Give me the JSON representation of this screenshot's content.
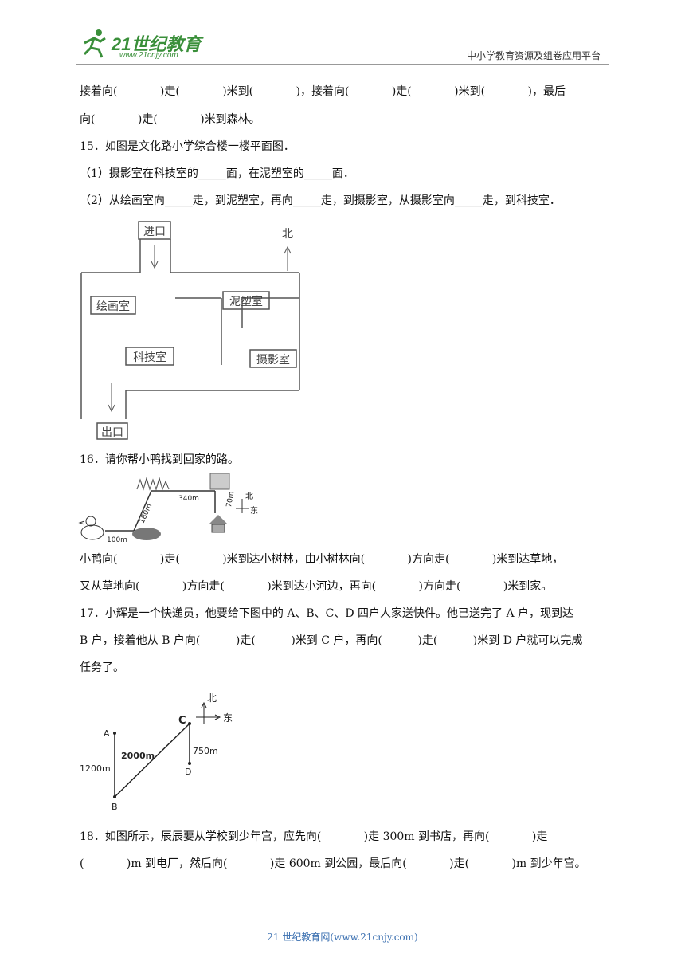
{
  "header": {
    "logo_text": "21世纪教育",
    "logo_url": "www.21cnjy.com",
    "site_slogan": "中小学教育资源及组卷应用平台"
  },
  "q14": {
    "line1": "接着向(            )走(            )米到(            )，接着向(            )走(            )米到(            )，最后",
    "line2": "向(            )走(            )米到森林。"
  },
  "q15": {
    "title": "15．如图是文化路小学综合楼一楼平面图．",
    "part1": "（1）摄影室在科技室的_____面，在泥塑室的_____面．",
    "part2": "（2）从绘画室向_____走，到泥塑室，再向_____走，到摄影室，从摄影室向_____走，到科技室．",
    "figure": {
      "entrance": "进口",
      "exit": "出口",
      "north": "北",
      "room_painting": "绘画室",
      "room_clay": "泥塑室",
      "room_science": "科技室",
      "room_photo": "摄影室"
    }
  },
  "q16": {
    "title": "16．请你帮小鸭找到回家的路。",
    "figure": {
      "d1": "100m",
      "d2": "180m",
      "d3": "340m",
      "d4": "70m",
      "north": "北",
      "east": "东"
    },
    "line1": "小鸭向(            )走(            )米到达小树林，由小树林向(            )方向走(            )米到达草地，",
    "line2": "又从草地向(            )方向走(            )米到达小河边，再向(            )方向走(            )米到家。"
  },
  "q17": {
    "line1": "17．小辉是一个快递员，他要给下图中的 A、B、C、D 四户人家送快件。他已送完了 A 户，现到达",
    "line2": "B 户，接着他从 B 户向(          )走(          )米到 C 户，再向(          )走(          )米到 D 户就可以完成",
    "line3": "任务了。",
    "figure": {
      "a": "A",
      "b": "B",
      "c": "C",
      "d": "D",
      "ab": "1200m",
      "bc": "2000m",
      "cd": "750m",
      "north": "北",
      "east": "东"
    }
  },
  "q18": {
    "line1": "18．如图所示，辰辰要从学校到少年宫，应先向(            )走 300m 到书店，再向(            )走",
    "line2": "(            )m 到电厂，然后向(            )走 600m 到公园，最后向(            )走(            )m 到少年宫。"
  },
  "footer": {
    "text": "21 世纪教育网(www.21cnjy.com)"
  }
}
